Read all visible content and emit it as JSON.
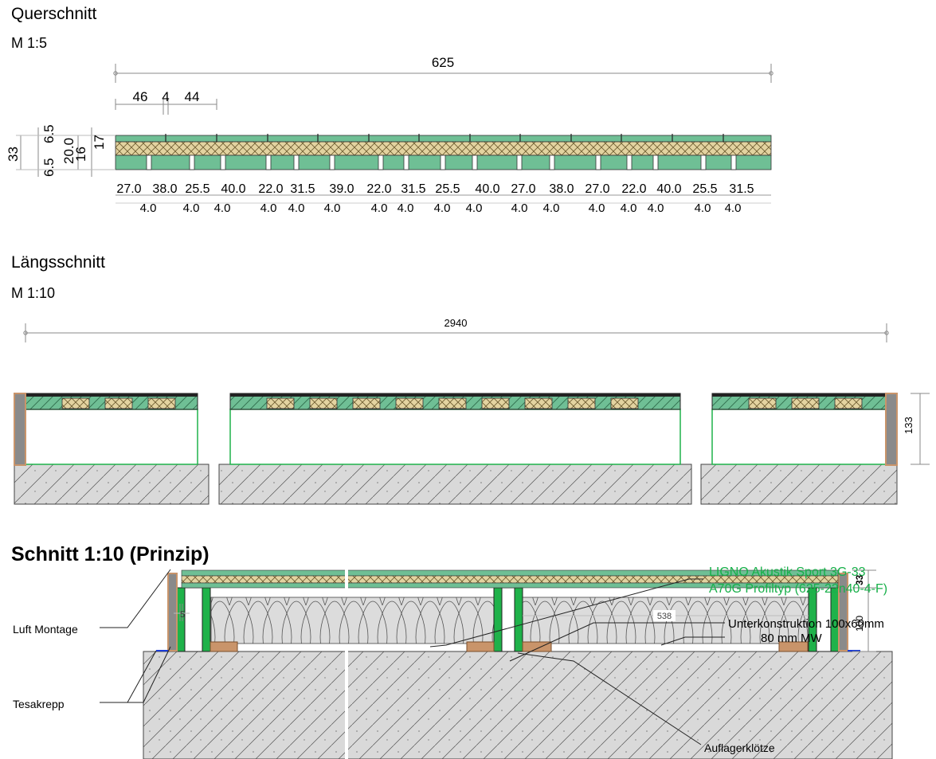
{
  "querschnitt": {
    "title": "Querschnitt",
    "scale": "M 1:5",
    "width_dim": "625",
    "top_dims": [
      "46",
      "4",
      "44"
    ],
    "left_dims": [
      "33",
      "6.5",
      "6.5",
      "20.0",
      "16",
      "17"
    ],
    "lamella_dims": [
      "27.0",
      "38.0",
      "25.5",
      "40.0",
      "22.0",
      "31.5",
      "39.0",
      "22.0",
      "31.5",
      "25.5",
      "40.0",
      "27.0",
      "38.0",
      "27.0",
      "22.0",
      "40.0",
      "25.5",
      "31.5"
    ],
    "gap_dims": [
      "4.0",
      "4.0",
      "4.0",
      "4.0",
      "4.0",
      "4.0",
      "4.0",
      "4.0",
      "4.0",
      "4.0",
      "4.0",
      "4.0",
      "4.0",
      "4.0",
      "4.0",
      "4.0",
      "4.0"
    ]
  },
  "laengsschnitt": {
    "title": "Längsschnitt",
    "scale": "M 1:10",
    "length_dim": "2940",
    "height_dim": "133"
  },
  "schnitt": {
    "title": "Schnitt 1:10 (Prinzip)",
    "product_line1": "LIGNO Akustik Sport 3G-33",
    "product_line2": "A70G Profiltyp (625-22n40-4-F)",
    "unterkonstruktion": "Unterkonstruktion 100x60mm",
    "mw": "80 mm MW",
    "luft": "Luft Montage",
    "tesakrepp": "Tesakrepp",
    "auflager": "Auflagerklötze",
    "dim_5": "5",
    "dim_33": "33",
    "dim_100": "100",
    "dim_538": "538"
  },
  "colors": {
    "green_layer": "#6fbf95",
    "wood_layer": "#e3d3a0",
    "concrete": "#d9d9d9",
    "accent_text": "#18b04a",
    "batten_green": "#1fb24a",
    "block": "#c9946a"
  }
}
